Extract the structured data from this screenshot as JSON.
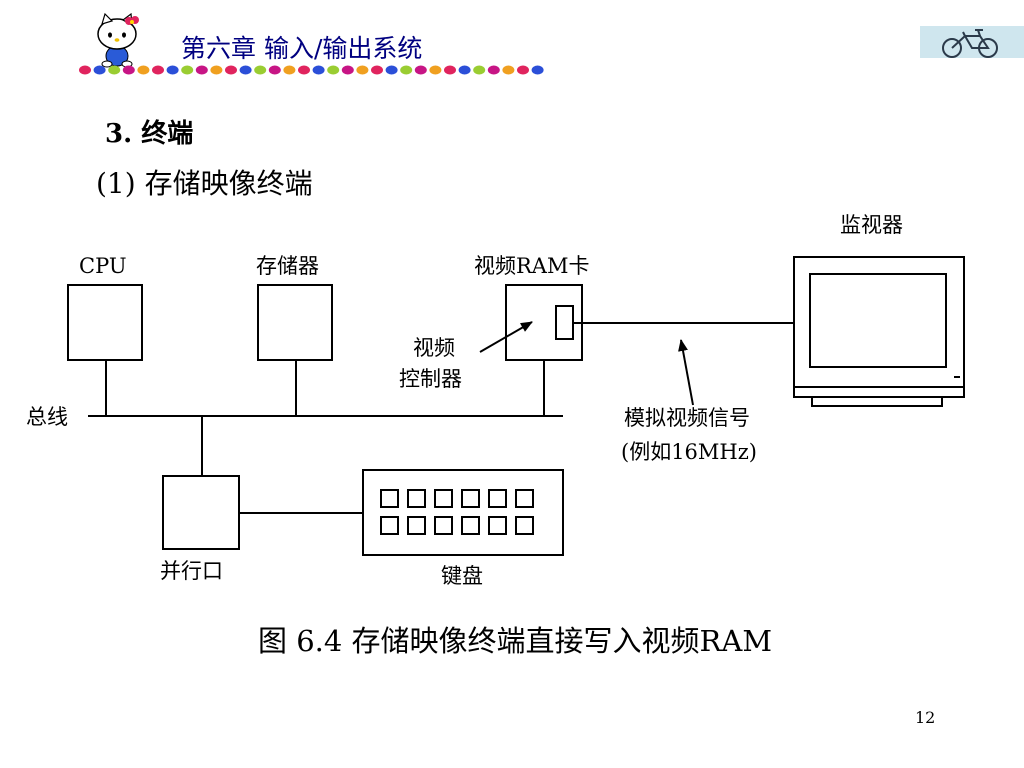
{
  "header": {
    "title": "第六章 输入/输出系统",
    "accent_color": "#000080",
    "dot_colors": [
      "#e0245e",
      "#2b4fd8",
      "#9acd32",
      "#c71585",
      "#f0a020"
    ]
  },
  "section": {
    "heading": "3. 终端",
    "subheading": "(1) 存储映像终端"
  },
  "diagram": {
    "labels": {
      "cpu": "CPU",
      "memory": "存储器",
      "video_ram_card": "视频RAM卡",
      "monitor": "监视器",
      "bus": "总线",
      "video_controller_line1": "视频",
      "video_controller_line2": "控制器",
      "analog_signal_line1": "模拟视频信号",
      "analog_signal_line2": "(例如16MHz)",
      "parallel_port": "并行口",
      "keyboard": "键盘"
    }
  },
  "caption": "图 6.4 存储映像终端直接写入视频RAM",
  "page_number": "12"
}
